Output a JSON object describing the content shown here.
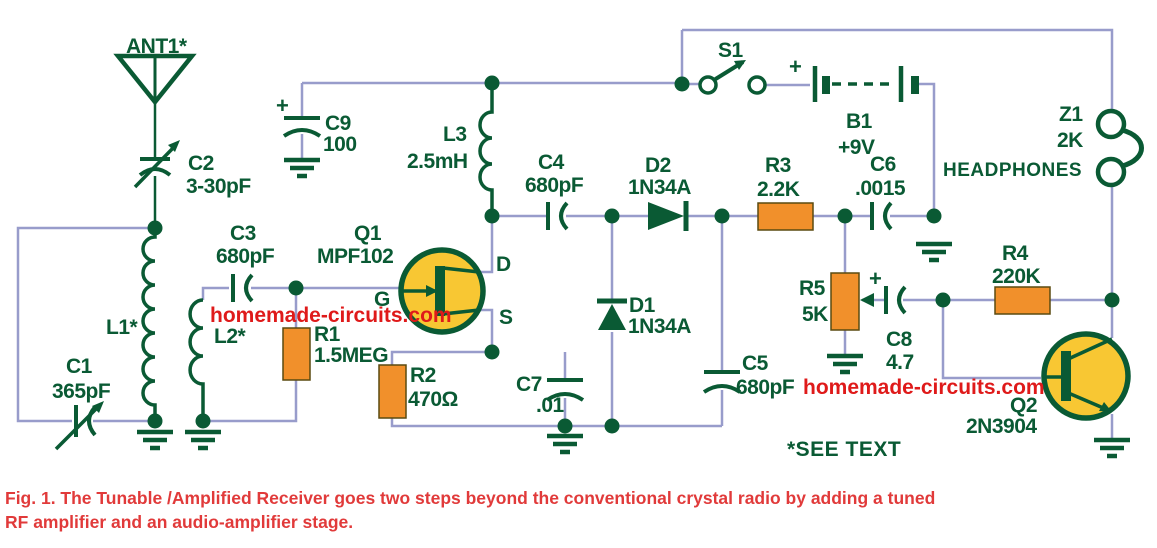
{
  "title": "Tunable Amplified Crystal Radio Receiver Schematic",
  "colors": {
    "wire": "#989ccb",
    "component": "#0a5a34",
    "resistor_fill": "#f1902b",
    "resistor_border": "#5a4a10",
    "transistor_fill": "#f8c733",
    "watermark_red": "#df1a1a",
    "caption_red": "#e13a3a",
    "background": "#ffffff"
  },
  "symbols": {
    "plus": "+"
  },
  "watermark": "homemade-circuits.com",
  "note": "*SEE TEXT",
  "caption": {
    "line1": "Fig. 1. The Tunable /Amplified Receiver goes two steps beyond the conventional crystal radio by adding a tuned",
    "line2": "RF amplifier and an audio-amplifier stage."
  },
  "components": {
    "ant1": {
      "ref": "ANT1*"
    },
    "c2": {
      "ref": "C2",
      "value": "3-30pF"
    },
    "c9": {
      "ref": "C9",
      "value": "100"
    },
    "c1": {
      "ref": "C1",
      "value": "365pF"
    },
    "l1": {
      "ref": "L1*"
    },
    "l2": {
      "ref": "L2*"
    },
    "l3": {
      "ref": "L3",
      "value": "2.5mH"
    },
    "c3": {
      "ref": "C3",
      "value": "680pF"
    },
    "q1": {
      "ref": "Q1",
      "value": "MPF102",
      "pin_d": "D",
      "pin_g": "G",
      "pin_s": "S"
    },
    "r1": {
      "ref": "R1",
      "value": "1.5MEG"
    },
    "r2": {
      "ref": "R2",
      "value": "470Ω"
    },
    "c7": {
      "ref": "C7",
      "value": ".01"
    },
    "c4": {
      "ref": "C4",
      "value": "680pF"
    },
    "d2": {
      "ref": "D2",
      "value": "1N34A"
    },
    "d1": {
      "ref": "D1",
      "value": "1N34A"
    },
    "c5": {
      "ref": "C5",
      "value": "680pF"
    },
    "r3": {
      "ref": "R3",
      "value": "2.2K"
    },
    "c6": {
      "ref": "C6",
      "value": ".0015"
    },
    "s1": {
      "ref": "S1"
    },
    "b1": {
      "ref": "B1",
      "value": "+9V"
    },
    "r5": {
      "ref": "R5",
      "value": "5K"
    },
    "c8": {
      "ref": "C8",
      "value": "4.7"
    },
    "r4": {
      "ref": "R4",
      "value": "220K"
    },
    "q2": {
      "ref": "Q2",
      "value": "2N3904"
    },
    "z1": {
      "ref": "Z1",
      "value": "2K",
      "label": "HEADPHONES"
    }
  }
}
